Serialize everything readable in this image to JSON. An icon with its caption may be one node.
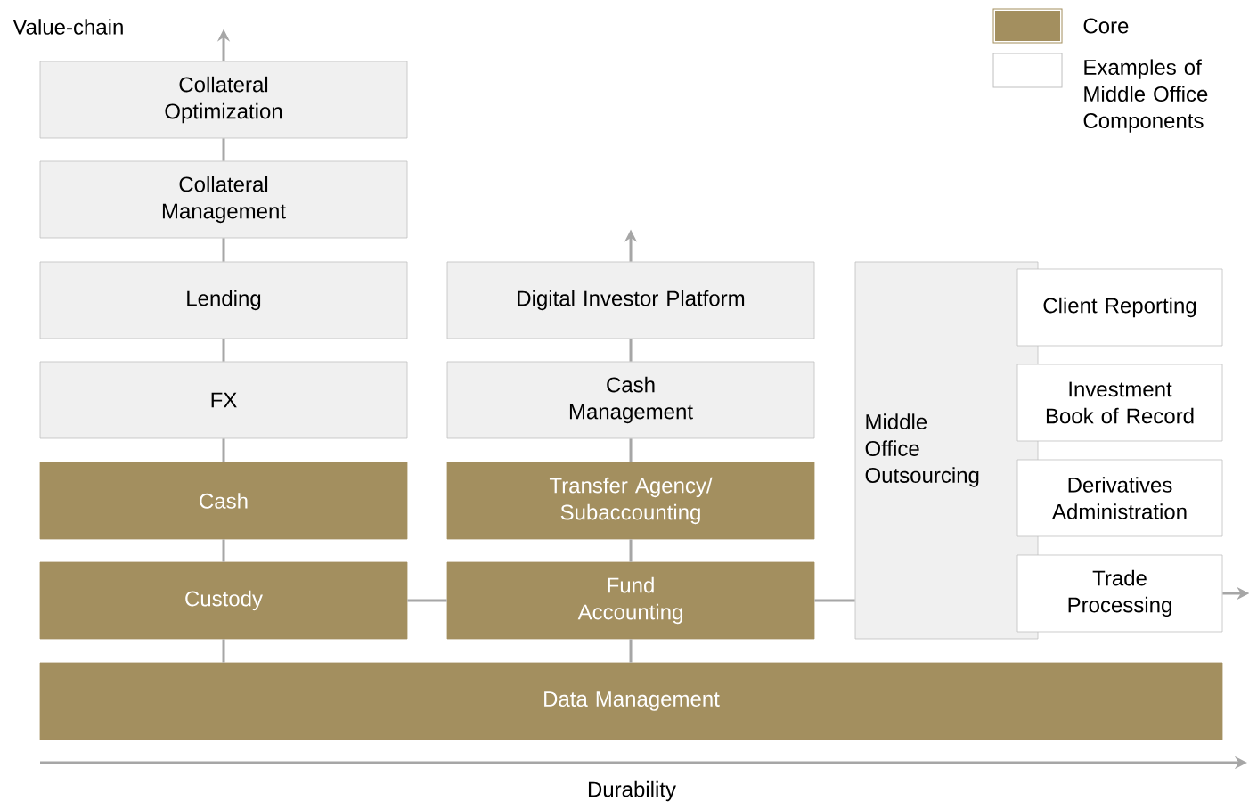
{
  "diagram": {
    "nodes": [
      {
        "text": [
          "Collateral Optimization"
        ]
      },
      {
        "text": [
          "Collateral Management"
        ]
      },
      {
        "text": [
          "Lending"
        ]
      },
      {
        "text": [
          "FX"
        ]
      },
      {
        "text": [
          "Cash"
        ]
      },
      {
        "text": [
          "Custody"
        ]
      },
      {
        "text": [
          "Digital Investor Platform"
        ]
      },
      {
        "text": [
          "Cash Management"
        ]
      },
      {
        "text": [
          "Transfer Agency/ Subaccounting"
        ]
      },
      {
        "text": [
          "Fund Accounting"
        ]
      },
      {
        "text": [
          "Middle Office Outsourcing"
        ]
      },
      {
        "text": [
          "Client Reporting"
        ]
      },
      {
        "text": [
          "Investment Book of Record"
        ]
      },
      {
        "text": [
          "Derivatives Administration"
        ]
      },
      {
        "text": [
          "Trade Processing"
        ]
      },
      {
        "text": [
          "Data Management"
        ]
      }
    ],
    "edges": [
      {
        "from": 0,
        "to": null,
        "arrow": "to"
      },
      {
        "from": 1,
        "to": 0,
        "arrow": "none"
      },
      {
        "from": 2,
        "to": 1,
        "arrow": "none"
      },
      {
        "from": 3,
        "to": 2,
        "arrow": "none"
      },
      {
        "from": 4,
        "to": 3,
        "arrow": "none"
      },
      {
        "from": 5,
        "to": 4,
        "arrow": "none"
      },
      {
        "from": 15,
        "to": 5,
        "arrow": "none"
      },
      {
        "from": 6,
        "to": null,
        "arrow": "to"
      },
      {
        "from": 7,
        "to": 6,
        "arrow": "none"
      },
      {
        "from": 8,
        "to": 7,
        "arrow": "none"
      },
      {
        "from": 9,
        "to": 8,
        "arrow": "none"
      },
      {
        "from": 15,
        "to": 9,
        "arrow": "none"
      },
      {
        "from": 5,
        "to": 9,
        "arrow": "none"
      },
      {
        "from": 9,
        "to": 10,
        "arrow": "none"
      },
      {
        "from": 14,
        "to": null,
        "arrow": "to"
      }
    ],
    "labels": [
      "Value-chain",
      "Durability"
    ],
    "legend": [
      {
        "text": "Core",
        "color": "#a38f5f"
      },
      {
        "text": "Examples of Middle Office Components",
        "color": "#ffffff"
      }
    ]
  }
}
